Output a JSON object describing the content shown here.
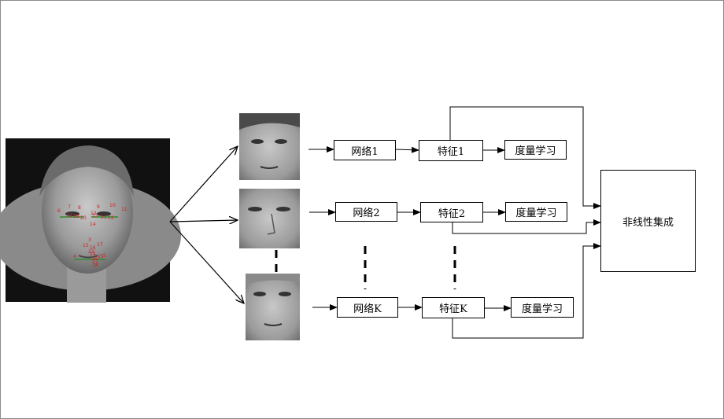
{
  "source_face": {
    "landmark_color": "#d81e1e",
    "landmark_labels": [
      "6",
      "7",
      "8",
      "9",
      "10",
      "11",
      "18",
      "19",
      "20",
      "13",
      "12",
      "21",
      "22",
      "14",
      "3",
      "15",
      "16",
      "17",
      "24",
      "4",
      "25",
      "5",
      "23",
      "26",
      "27",
      "28"
    ]
  },
  "branches": [
    {
      "network": "网络1",
      "feature": "特征1",
      "metric": "度量学习"
    },
    {
      "network": "网络2",
      "feature": "特征2",
      "metric": "度量学习"
    },
    {
      "network": "网络K",
      "feature": "特征K",
      "metric": "度量学习"
    }
  ],
  "fusion": {
    "label": "非线性集成"
  }
}
